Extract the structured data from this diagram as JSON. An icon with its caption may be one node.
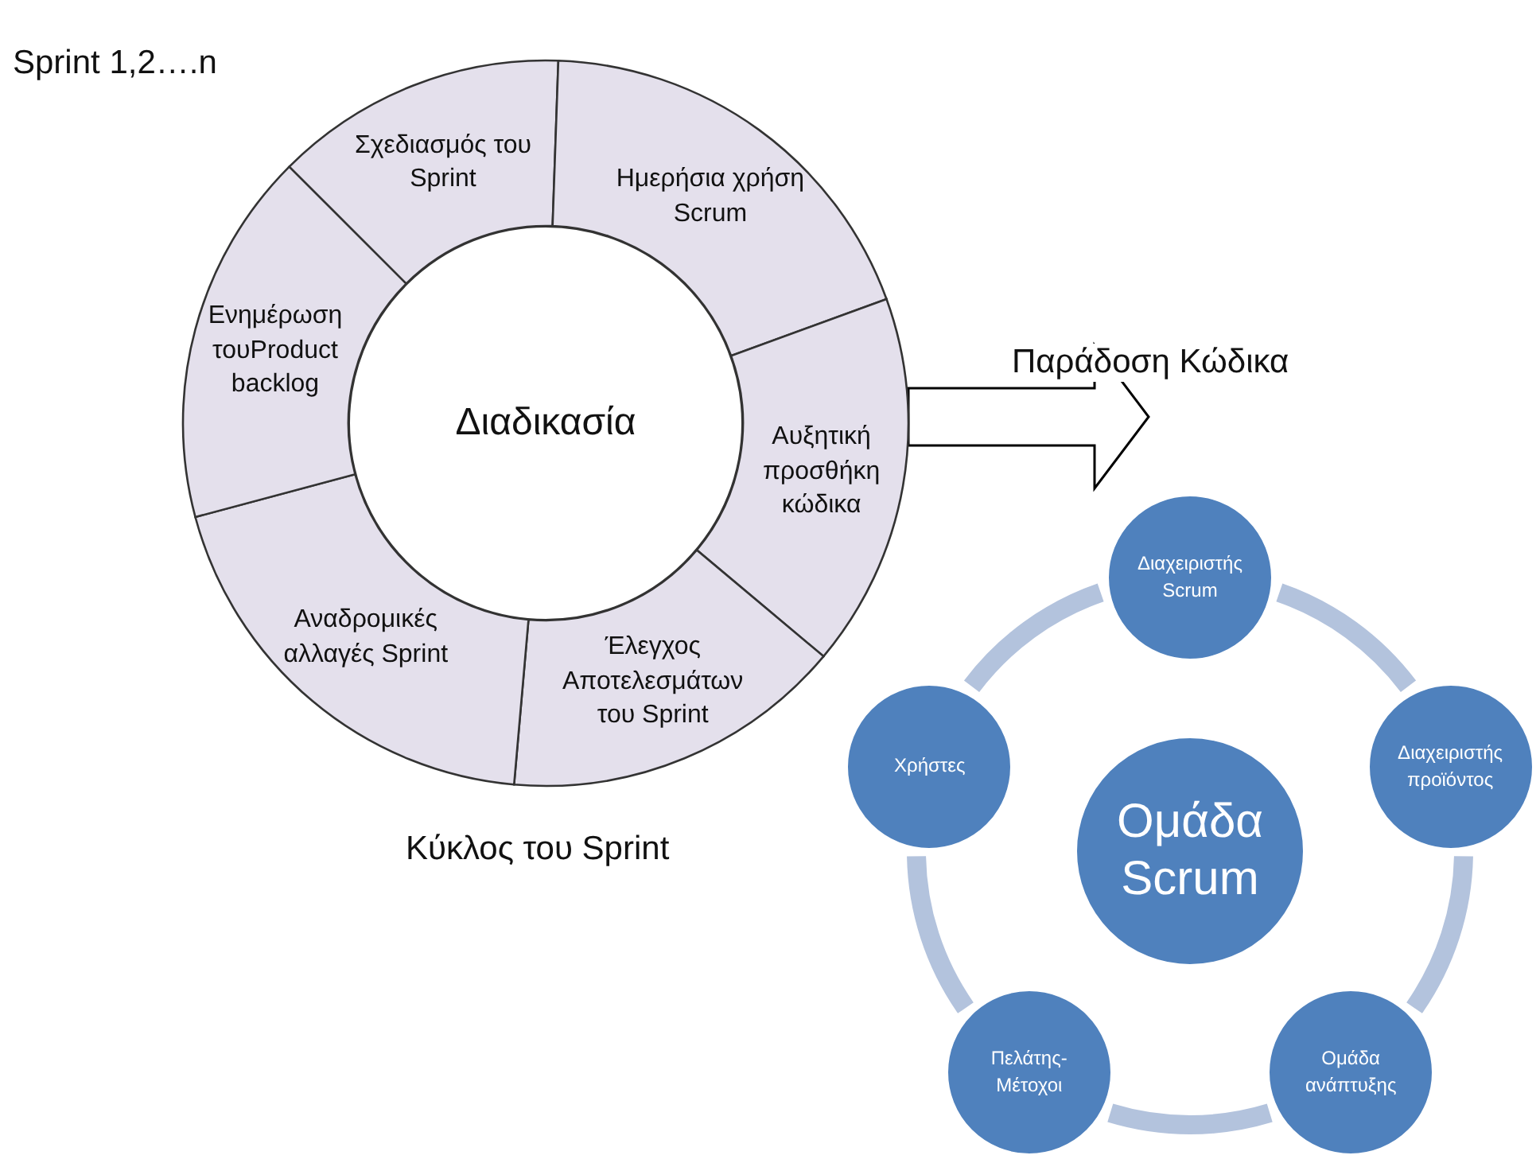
{
  "diagram": {
    "nodes": [
      {
        "text": [
          "Διαδικασία"
        ]
      },
      {
        "text": [
          "Σχεδιασμός του Sprint"
        ]
      },
      {
        "text": [
          "Ημερήσια χρήση Scrum"
        ]
      },
      {
        "text": [
          "Αυξητική προσθήκη κώδικα"
        ]
      },
      {
        "text": [
          "Έλεγχος Αποτελεσμάτων του Sprint"
        ]
      },
      {
        "text": [
          "Αναδρομικές αλλαγές Sprint"
        ]
      },
      {
        "text": [
          "Ενημέρωση τουProduct backlog"
        ]
      },
      {
        "text": [
          "Ομάδα Scrum"
        ]
      },
      {
        "text": [
          "Διαχειριστής Scrum"
        ]
      },
      {
        "text": [
          "Διαχειριστής προϊόντος"
        ]
      },
      {
        "text": [
          "Ομάδα ανάπτυξης"
        ]
      },
      {
        "text": [
          "Πελάτης-Μέτοχοι"
        ]
      },
      {
        "text": [
          "Χρήστες"
        ]
      }
    ],
    "edges": [
      {
        "from": 3,
        "to": null,
        "arrow": "to",
        "label": "Παράδοση Κώδικα"
      },
      {
        "from": 8,
        "to": 9,
        "arrow": "none"
      },
      {
        "from": 9,
        "to": 10,
        "arrow": "none"
      },
      {
        "from": 10,
        "to": 11,
        "arrow": "none"
      },
      {
        "from": 11,
        "to": 12,
        "arrow": "none"
      },
      {
        "from": 12,
        "to": 8,
        "arrow": "none"
      }
    ],
    "labels": [
      "Sprint 1,2….n",
      "Κύκλος του Sprint"
    ]
  }
}
